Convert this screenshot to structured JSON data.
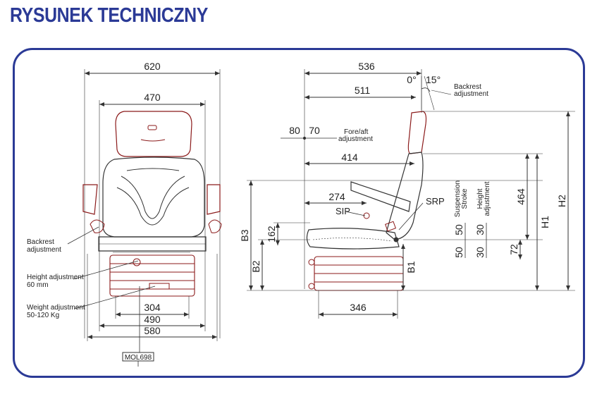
{
  "title": "RYSUNEK TECHNICZNY",
  "front_view": {
    "width_overall": "620",
    "width_back": "470",
    "base_304": "304",
    "base_490": "490",
    "base_580": "580",
    "note_backrest": [
      "Backrest",
      "adjustment"
    ],
    "note_height": [
      "Height adjustment",
      "60 mm"
    ],
    "note_weight": [
      "Weight adjustment",
      "50-120 Kg"
    ],
    "model_code": "MOL698"
  },
  "side_view": {
    "depth_536": "536",
    "depth_511": "511",
    "angle_0": "0°",
    "angle_15": "15°",
    "note_backrest": [
      "Backrest",
      "adjustment"
    ],
    "fore_aft_80": "80",
    "fore_aft_70": "70",
    "note_fore_aft": [
      "Fore/aft",
      "adjustment"
    ],
    "d414": "414",
    "d274": "274",
    "sip": "SIP",
    "srp": "SRP",
    "d162": "162",
    "d346": "346",
    "b1": "B1",
    "b2": "B2",
    "b3": "B3",
    "h1": "H1",
    "h2": "H2",
    "d464": "464",
    "d72": "72",
    "susp_50a": "50",
    "susp_50b": "50",
    "height_30a": "30",
    "height_30b": "30",
    "note_suspension": [
      "Suspension",
      "Stroke"
    ],
    "note_height_adj": [
      "Height",
      "adjustment"
    ]
  }
}
